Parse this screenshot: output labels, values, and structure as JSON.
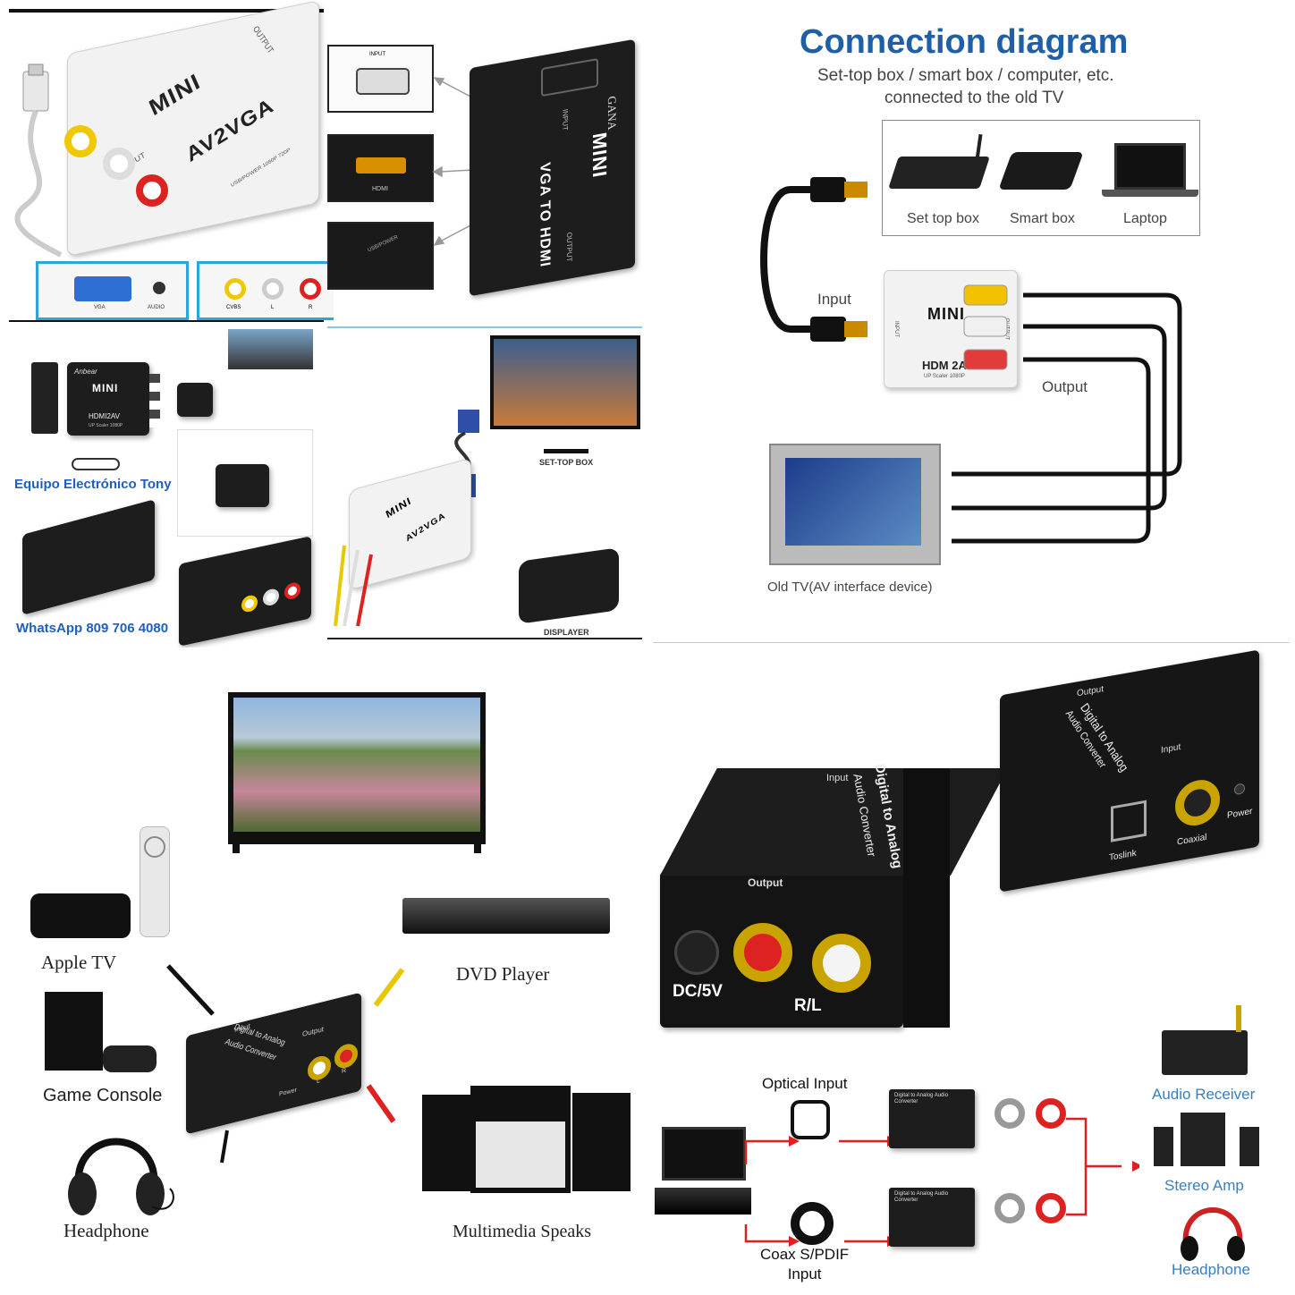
{
  "top_left": {
    "av2vga_front": {
      "brand": "MINI",
      "model": "AV2VGA",
      "input_label": "INPUT",
      "output_label": "OUTPUT",
      "usb_label": "USB/POWER  1080P  720P"
    },
    "vga_port_panel": {
      "vga": "VGA",
      "audio": "AUDIO"
    },
    "rca_panel": {
      "cvbs": "CVBS",
      "l": "L",
      "r": "R"
    },
    "vga2hdmi": {
      "brand": "MINI",
      "model": "VGA TO HDMI",
      "maker": "GANA",
      "input": "INPUT",
      "output": "OUTPUT"
    },
    "callouts": {
      "input": "INPUT",
      "hdmi": "HDMI",
      "usb_power": "USB/POWER"
    },
    "hdmi2av_box": {
      "maker": "Anbear",
      "brand": "MINI",
      "model": "HDMI2AV",
      "sub": "UP Scaler 1080P"
    },
    "seller_name": "Equipo Electrónico Tony",
    "seller_whatsapp": "WhatsApp 809 706 4080",
    "diagram2": {
      "settop": "SET-TOP BOX",
      "displayer": "DISPLAYER",
      "brand": "MINI",
      "model": "AV2VGA"
    }
  },
  "top_right": {
    "title": "Connection diagram",
    "subtitle_line1": "Set-top box / smart box / computer, etc.",
    "subtitle_line2": "connected to the old TV",
    "devices": [
      "Set top box",
      "Smart box",
      "Laptop"
    ],
    "input_label": "Input",
    "output_label": "Output",
    "converter": {
      "brand": "MINI",
      "model": "HDM 2AV",
      "sub": "UP Scaler 1080P",
      "in": "INPUT",
      "out": "OUTPUT"
    },
    "tv_label": "Old TV(AV interface device)",
    "cable_colors": [
      "#f2c200",
      "#f0f0f0",
      "#e23b3b"
    ]
  },
  "bottom_left": {
    "labels": {
      "apple_tv": "Apple TV",
      "dvd": "DVD Player",
      "console": "Game Console",
      "headphone": "Headphone",
      "speakers": "Multimedia Speaks"
    },
    "converter": {
      "line1": "Digital to Analog",
      "line2": "Audio Converter",
      "output": "Output",
      "input": "Input",
      "power": "Power",
      "l": "L",
      "r": "R"
    }
  },
  "bottom_right": {
    "big_box": {
      "line1": "Digital to Analog",
      "line2": "Audio Converter",
      "output": "Output",
      "input": "Input",
      "dc": "DC/5V",
      "rl": "R/L"
    },
    "rear_box": {
      "line1": "Digital to Analog",
      "line2": "Audio Converter",
      "output": "Output",
      "input": "Input",
      "toslink": "Toslink",
      "coaxial": "Coaxial",
      "power": "Power"
    },
    "optical_input": "Optical Input",
    "coax_input": "Coax S/PDIF\nInput",
    "receivers": {
      "audio": "Audio Receiver",
      "stereo": "Stereo Amp",
      "headphone": "Headphone"
    },
    "mini_box_text": "Digital to Analog Audio Converter",
    "accent": "#e02020"
  }
}
